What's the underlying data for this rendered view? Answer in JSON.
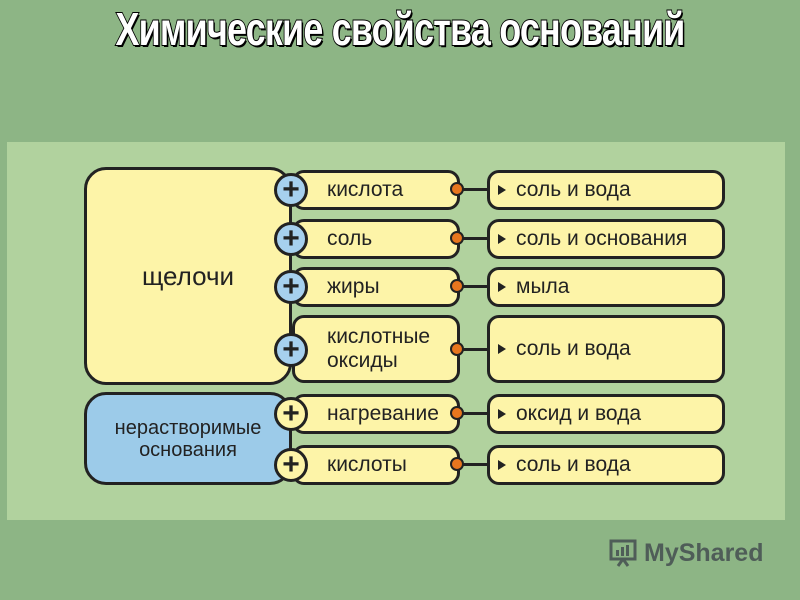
{
  "title": "Химические свойства оснований",
  "groups": {
    "alkali": "щелочи",
    "insoluble": "нерастворимые основания"
  },
  "reactions": [
    {
      "reagent": "кислота",
      "product": "соль и  вода"
    },
    {
      "reagent": "соль",
      "product": "соль и  основания"
    },
    {
      "reagent": "жиры",
      "product": "мыла"
    },
    {
      "reagent": "кислотные оксиды",
      "product": "соль и  вода"
    },
    {
      "reagent": "нагревание",
      "product": "оксид и  вода"
    },
    {
      "reagent": "кислоты",
      "product": "соль и  вода"
    }
  ],
  "plus_sign": "+",
  "watermark": "MyShared",
  "colors": {
    "background": "#8db585",
    "panel": "#b1d29e",
    "yellow_box": "#fdf4a8",
    "blue_box": "#9ccbe9",
    "dot": "#e8761e"
  }
}
